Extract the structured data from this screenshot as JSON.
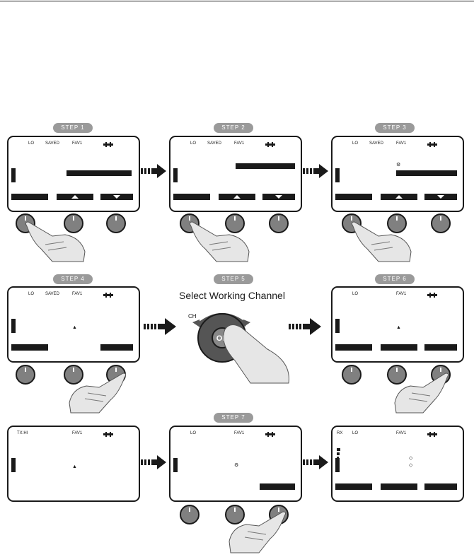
{
  "steps": [
    "STEP 1",
    "STEP 2",
    "STEP 3",
    "STEP 4",
    "STEP 5",
    "STEP 6",
    "STEP 7"
  ],
  "select_channel_caption": "Select Working Channel",
  "dial": {
    "ch_label": "CH",
    "ok_label": "OK"
  },
  "screens": {
    "s1": {
      "lo": "LO",
      "saved": "SAVED",
      "fav": "FAV1"
    },
    "s2": {
      "lo": "LO",
      "saved": "SAVED",
      "fav": "FAV1"
    },
    "s3": {
      "lo": "LO",
      "saved": "SAVED",
      "fav": "FAV1"
    },
    "s4": {
      "lo": "LO",
      "saved": "SAVED",
      "fav": "FAV1"
    },
    "s6": {
      "lo": "LO",
      "fav": "FAV1"
    },
    "s7a": {
      "txhi": "TX:HI",
      "fav": "FAV1"
    },
    "s7b": {
      "lo": "LO",
      "fav": "FAV1"
    },
    "s7c": {
      "rx": "RX",
      "lo": "LO",
      "fav": "FAV1"
    }
  },
  "icons": [
    "speaker-icon",
    "arrow-right-icon",
    "hand-icon",
    "knob-icon",
    "battery-icon",
    "triangle-up-icon",
    "triangle-down-icon"
  ]
}
